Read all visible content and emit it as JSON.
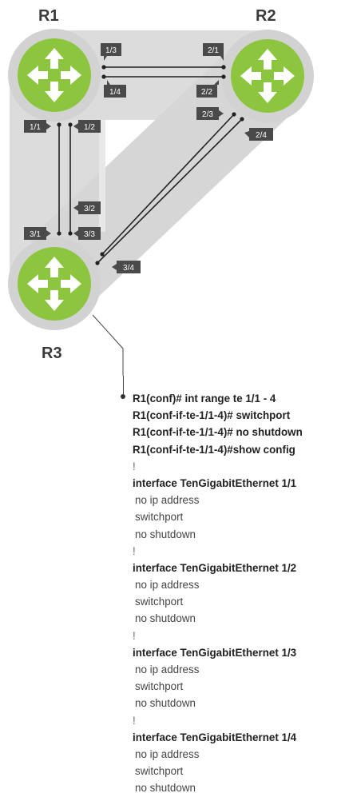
{
  "routers": {
    "r1": "R1",
    "r2": "R2",
    "r3": "R3"
  },
  "ports": {
    "r1_r2_a": "1/3",
    "r1_r2_b": "1/4",
    "r2_r1_a": "2/1",
    "r2_r1_b": "2/2",
    "r2_r3_a": "2/3",
    "r2_r3_b": "2/4",
    "r1_r3_a": "1/1",
    "r1_r3_b": "1/2",
    "r3_r1_a": "3/1",
    "r3_r1_b": "3/2",
    "r3_r2_a": "3/3",
    "r3_r2_b": "3/4"
  },
  "colors": {
    "router_fill": "#8cc63f",
    "router_ring": "#d2d2d2",
    "backdrop": "#dcdcdc",
    "port_tag": "#4a4a4a"
  },
  "cli": [
    "R1(conf)# int range te 1/1 - 4",
    "R1(conf-if-te-1/1-4)# switchport",
    "R1(conf-if-te-1/1-4)# no shutdown",
    "R1(conf-if-te-1/1-4)#show config",
    "!",
    "interface TenGigabitEthernet 1/1",
    "no ip address",
    "switchport",
    "no shutdown",
    "!",
    "interface TenGigabitEthernet 1/2",
    "no ip address",
    "switchport",
    "no shutdown",
    "!",
    "interface TenGigabitEthernet 1/3",
    "no ip address",
    "switchport",
    "no shutdown",
    "!",
    "interface TenGigabitEthernet 1/4",
    "no ip address",
    "switchport",
    "no shutdown"
  ]
}
